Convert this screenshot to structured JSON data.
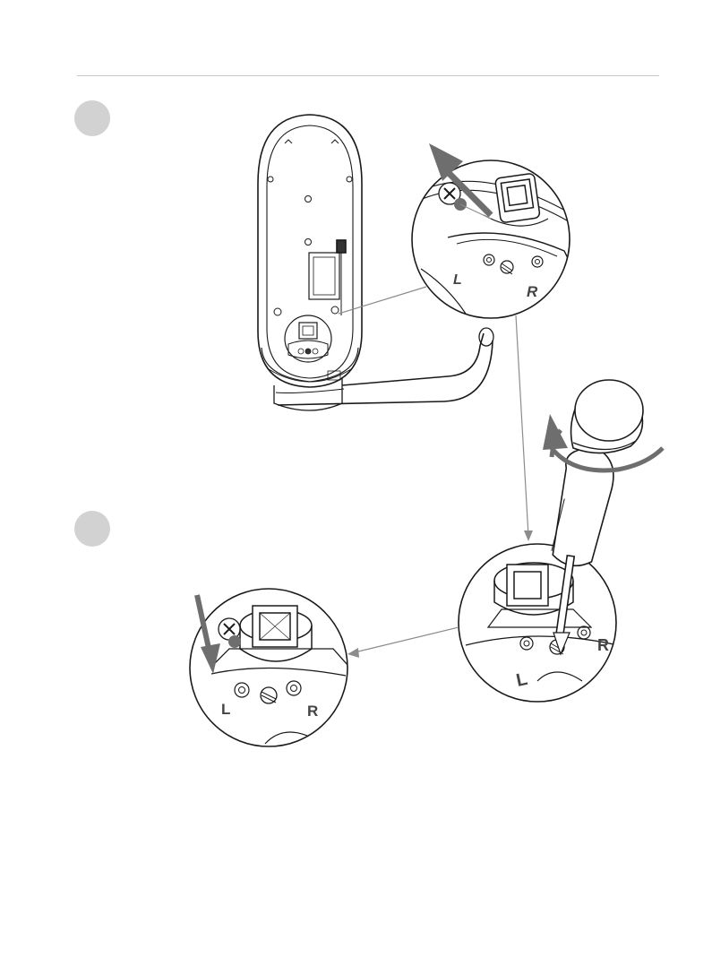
{
  "steps": [
    {
      "marker": "step-1"
    },
    {
      "marker": "step-2"
    }
  ],
  "labels": {
    "left": "L",
    "right": "R"
  },
  "colors": {
    "line": "#1a1a1a",
    "arrow": "#6e6e6e",
    "leader": "#8c8c8c",
    "marker": "#d2d2d2",
    "rule": "#c8c8c8"
  }
}
